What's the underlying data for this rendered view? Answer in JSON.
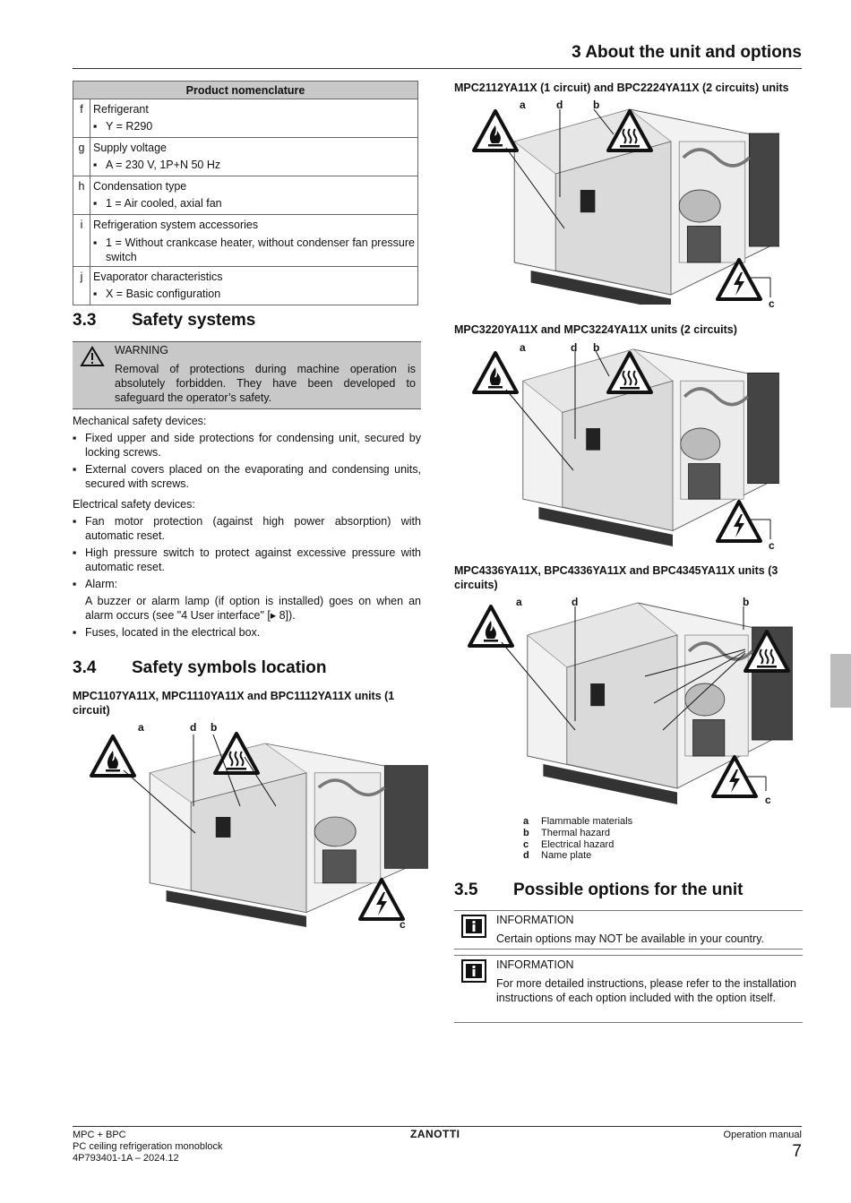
{
  "header": {
    "title": "3 About the unit and options"
  },
  "nomenclature": {
    "heading": "Product nomenclature",
    "rows": [
      {
        "letter": "f",
        "title": "Refrigerant",
        "item": "Y = R290"
      },
      {
        "letter": "g",
        "title": "Supply voltage",
        "item": "A = 230 V, 1P+N 50 Hz"
      },
      {
        "letter": "h",
        "title": "Condensation type",
        "item": "1 = Air cooled, axial fan"
      },
      {
        "letter": "i",
        "title": "Refrigeration system accessories",
        "item": "1 = Without crankcase heater, without condenser fan pressure switch"
      },
      {
        "letter": "j",
        "title": "Evaporator characteristics",
        "item": "X = Basic configuration"
      }
    ]
  },
  "sec33": {
    "num": "3.3",
    "title": "Safety systems",
    "warning": {
      "title": "WARNING",
      "text": "Removal of protections during machine operation is absolutely forbidden. They have been developed to safeguard the operator’s safety."
    },
    "mech_label": "Mechanical safety devices:",
    "mech_items": [
      "Fixed upper and side protections for condensing unit, secured by locking screws.",
      "External covers placed on the evaporating and condensing units, secured with screws."
    ],
    "elec_label": "Electrical safety devices:",
    "elec_items": [
      "Fan motor protection (against high power absorption) with automatic reset.",
      "High pressure switch to protect against excessive pressure with automatic reset.",
      "Alarm:"
    ],
    "alarm_text": "A buzzer or alarm lamp (if option is installed) goes on when an alarm occurs (see \"4 User interface\" [▸ 8]).",
    "fuses": "Fuses, located in the electrical box."
  },
  "sec34": {
    "num": "3.4",
    "title": "Safety symbols location",
    "fig1_caption": "MPC1107YA11X, MPC1110YA11X and BPC1112YA11X units (1 circuit)",
    "fig2_caption": "MPC2112YA11X (1 circuit) and BPC2224YA11X (2 circuits) units",
    "fig3_caption": "MPC3220YA11X and MPC3224YA11X units (2 circuits)",
    "fig4_caption": "MPC4336YA11X, BPC4336YA11X and BPC4345YA11X units (3 circuits)",
    "labels": {
      "a": "a",
      "b": "b",
      "c": "c",
      "d": "d"
    },
    "legend": [
      {
        "key": "a",
        "text": "Flammable materials"
      },
      {
        "key": "b",
        "text": "Thermal hazard"
      },
      {
        "key": "c",
        "text": "Electrical hazard"
      },
      {
        "key": "d",
        "text": "Name plate"
      }
    ]
  },
  "sec35": {
    "num": "3.5",
    "title": "Possible options for the unit",
    "info1": {
      "title": "INFORMATION",
      "text": "Certain options may NOT be available in your country."
    },
    "info2": {
      "title": "INFORMATION",
      "text": "For more detailed instructions, please refer to the installation instructions of each option included with the option itself."
    }
  },
  "footer": {
    "line1": "MPC + BPC",
    "line2": "PC ceiling refrigeration monoblock",
    "line3": "4P793401-1A – 2024.12",
    "brand": "ZANOTTI",
    "manual": "Operation manual",
    "page": "7"
  }
}
